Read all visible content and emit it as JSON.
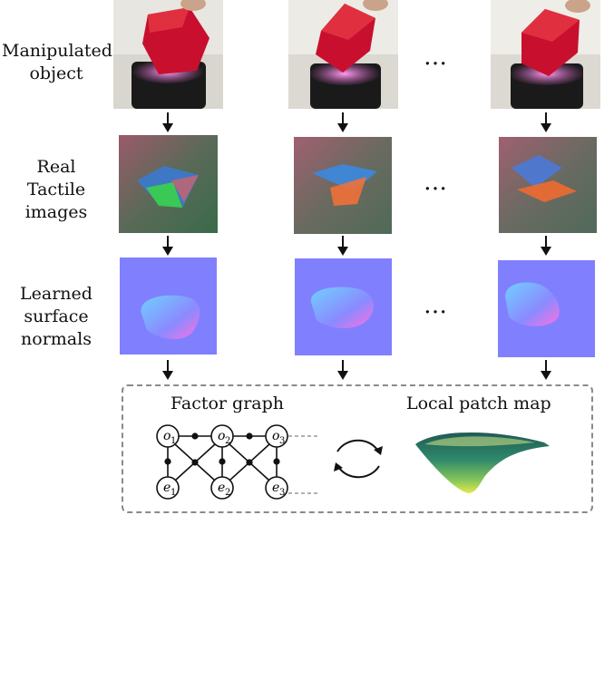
{
  "rows": [
    {
      "lines": [
        "Manipulated",
        "object"
      ]
    },
    {
      "lines": [
        "Real",
        "Tactile",
        "images"
      ]
    },
    {
      "lines": [
        "Learned",
        "surface",
        "normals"
      ]
    }
  ],
  "ellipsis": "…",
  "factor_graph": {
    "title": "Factor graph",
    "top_nodes": [
      {
        "base": "o",
        "sub": "1"
      },
      {
        "base": "o",
        "sub": "2"
      },
      {
        "base": "o",
        "sub": "3"
      }
    ],
    "bottom_nodes": [
      {
        "base": "e",
        "sub": "1"
      },
      {
        "base": "e",
        "sub": "2"
      },
      {
        "base": "e",
        "sub": "3"
      }
    ]
  },
  "patch_map": {
    "title": "Local patch map"
  },
  "colors": {
    "cube": "#c8102e",
    "normals_bg": "#8080ff",
    "tactile_bg": "#4a6a50",
    "patch_dark": "#1f5a55",
    "patch_light": "#e6ea4a"
  }
}
